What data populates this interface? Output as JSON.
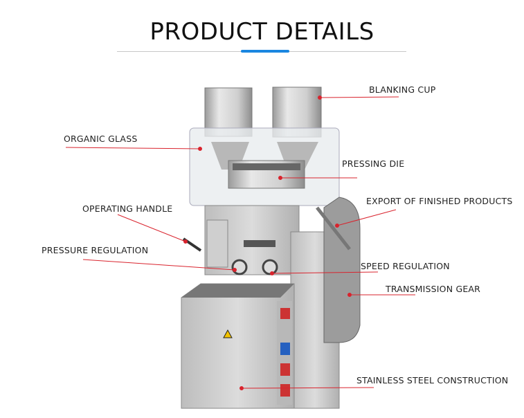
{
  "header": {
    "title": "PRODUCT DETAILS"
  },
  "colors": {
    "accent": "#1a86e0",
    "leader": "#d9232d",
    "steel": "#c9c9c9"
  },
  "labels": {
    "blanking_cup": "BLANKING CUP",
    "organic_glass": "ORGANIC GLASS",
    "pressing_die": "PRESSING DIE",
    "export": "EXPORT OF FINISHED PRODUCTS",
    "operating_handle": "OPERATING HANDLE",
    "pressure_regulation": "PRESSURE REGULATION",
    "speed_regulation": "SPEED REGULATION",
    "transmission_gear": "TRANSMISSION GEAR",
    "stainless_steel": "STAINLESS STEEL CONSTRUCTION"
  }
}
